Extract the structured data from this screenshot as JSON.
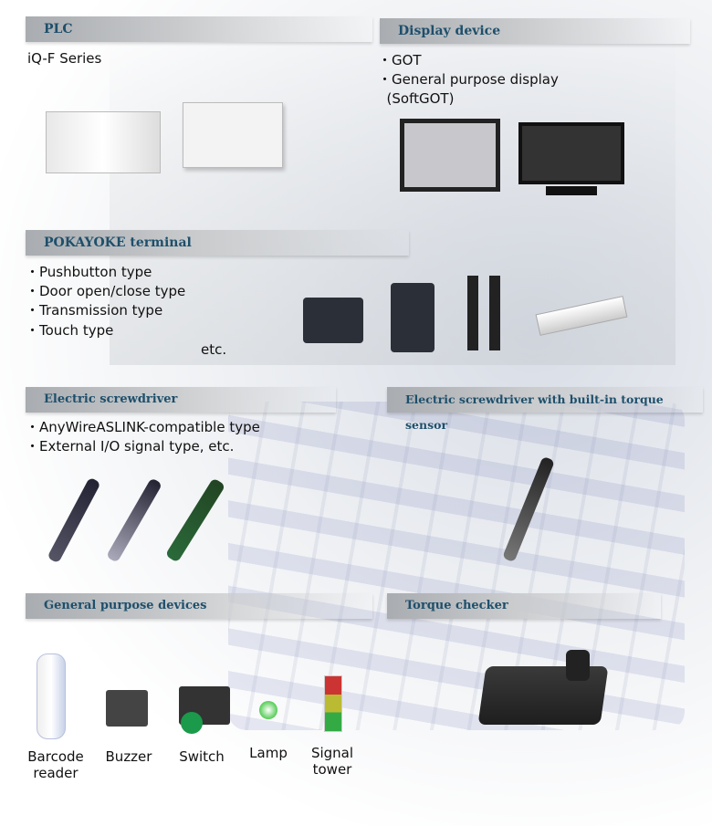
{
  "sections": {
    "plc": {
      "title": "PLC",
      "items": [
        "iQ-F Series"
      ]
    },
    "display": {
      "title": "Display device",
      "items": [
        "・GOT",
        "・General purpose display",
        "  (SoftGOT)"
      ]
    },
    "pokayoke": {
      "title": "POKAYOKE terminal",
      "items": [
        "・Pushbutton type",
        "・Door open/close type",
        "・Transmission type",
        "・Touch type"
      ],
      "etc": "etc."
    },
    "screwdriver": {
      "title": "Electric screwdriver",
      "items": [
        "・AnyWireASLINK-compatible type",
        "・External I/O signal type, etc."
      ]
    },
    "torque_screwdriver": {
      "title": "Electric screwdriver with built-in torque sensor"
    },
    "general": {
      "title": "General purpose devices",
      "devices": [
        "Barcode\nreader",
        "Buzzer",
        "Switch",
        "Lamp",
        "Signal\ntower"
      ]
    },
    "torque_checker": {
      "title": "Torque checker"
    }
  },
  "colors": {
    "header_text": "#1e4f6b"
  }
}
